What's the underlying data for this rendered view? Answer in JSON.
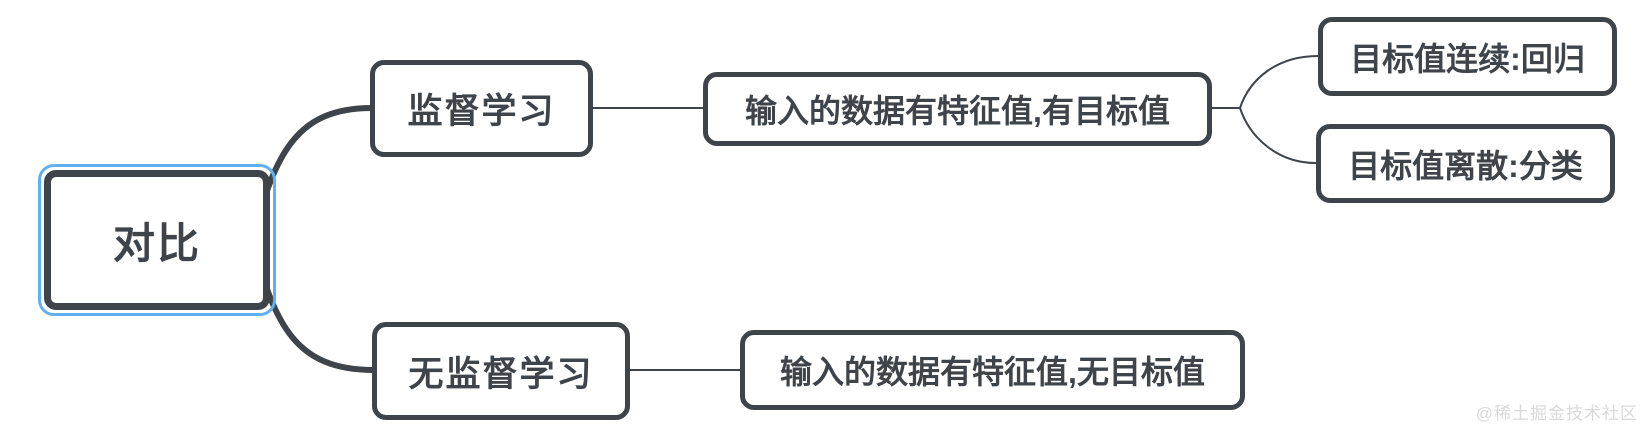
{
  "mindmap": {
    "root": {
      "label": "对比",
      "selected": true
    },
    "branches": [
      {
        "label": "监督学习",
        "detail": "输入的数据有特征值,有目标值",
        "children": [
          {
            "label": "目标值连续:回归"
          },
          {
            "label": "目标值离散:分类"
          }
        ]
      },
      {
        "label": "无监督学习",
        "detail": "输入的数据有特征值,无目标值",
        "children": []
      }
    ],
    "colors": {
      "stroke": "#3e4449",
      "selection_ring": "#62b0f0",
      "background": "#ffffff",
      "watermark": "#d9d9d9"
    }
  },
  "watermark": {
    "text": "@稀土掘金技术社区"
  }
}
